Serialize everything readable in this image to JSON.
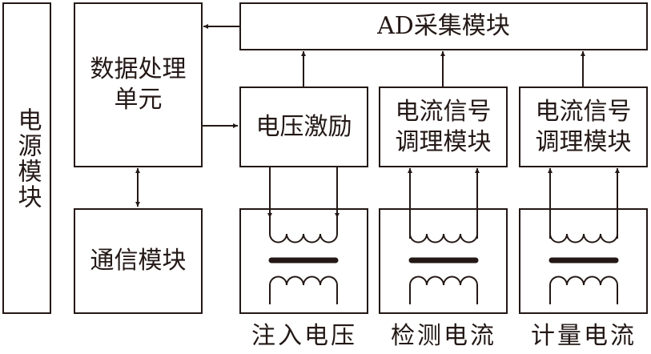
{
  "diagram": {
    "blocks": {
      "power": "电源模块",
      "data_processing_line1": "数据处理",
      "data_processing_line2": "单元",
      "ad": "AD采集模块",
      "voltage_excitation": "电压激励",
      "current_cond_1_line1": "电流信号",
      "current_cond_1_line2": "调理模块",
      "current_cond_2_line1": "电流信号",
      "current_cond_2_line2": "调理模块",
      "communication": "通信模块"
    },
    "captions": {
      "inject_voltage": "注入电压",
      "detect_current": "检测电流",
      "metering_current": "计量电流"
    },
    "colors": {
      "stroke": "#231815",
      "background": "#ffffff"
    }
  }
}
